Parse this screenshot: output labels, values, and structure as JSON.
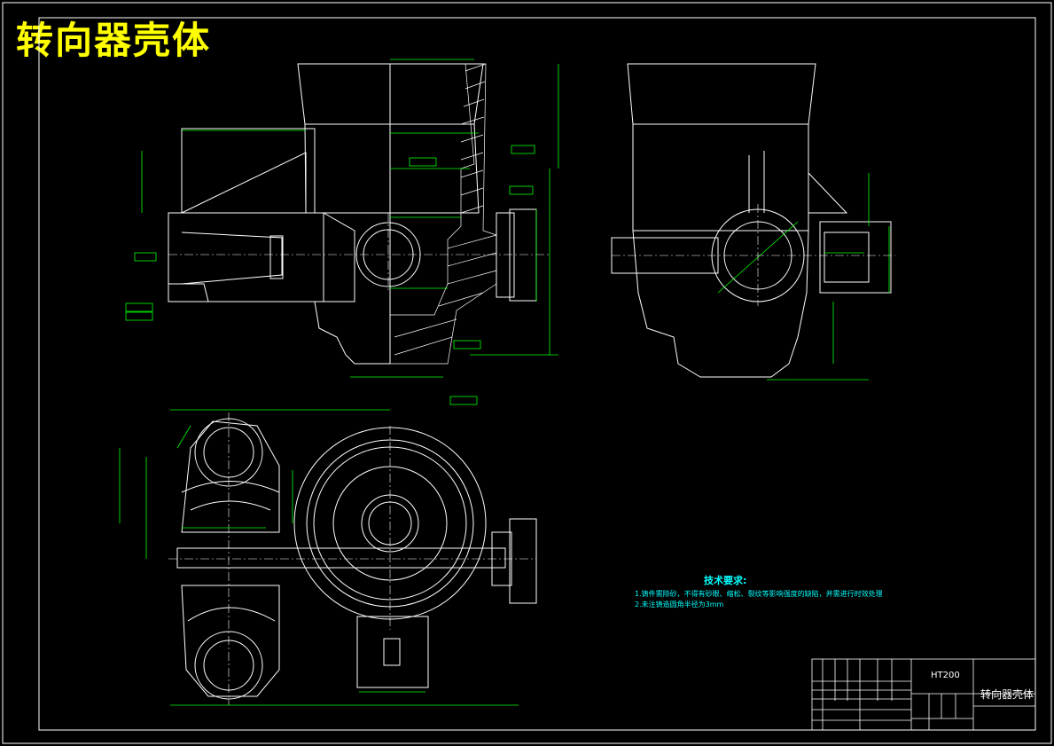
{
  "drawing": {
    "title": "转向器壳体",
    "colors": {
      "background": "#000000",
      "outline": "#ffffff",
      "dimension": "#00ff00",
      "text_title": "#ffff00",
      "notes": "#00ffff",
      "section_hatch": "#ff00ff"
    }
  },
  "technical_requirements": {
    "heading": "技术要求:",
    "items": [
      "1.铸件需除砂，不得有砂眼、缩松、裂纹等影响强度的缺陷，并需进行时效处理",
      "2.未注铸造圆角半径为3mm"
    ]
  },
  "title_block": {
    "material": "HT200",
    "part_name": "转向器壳体"
  }
}
